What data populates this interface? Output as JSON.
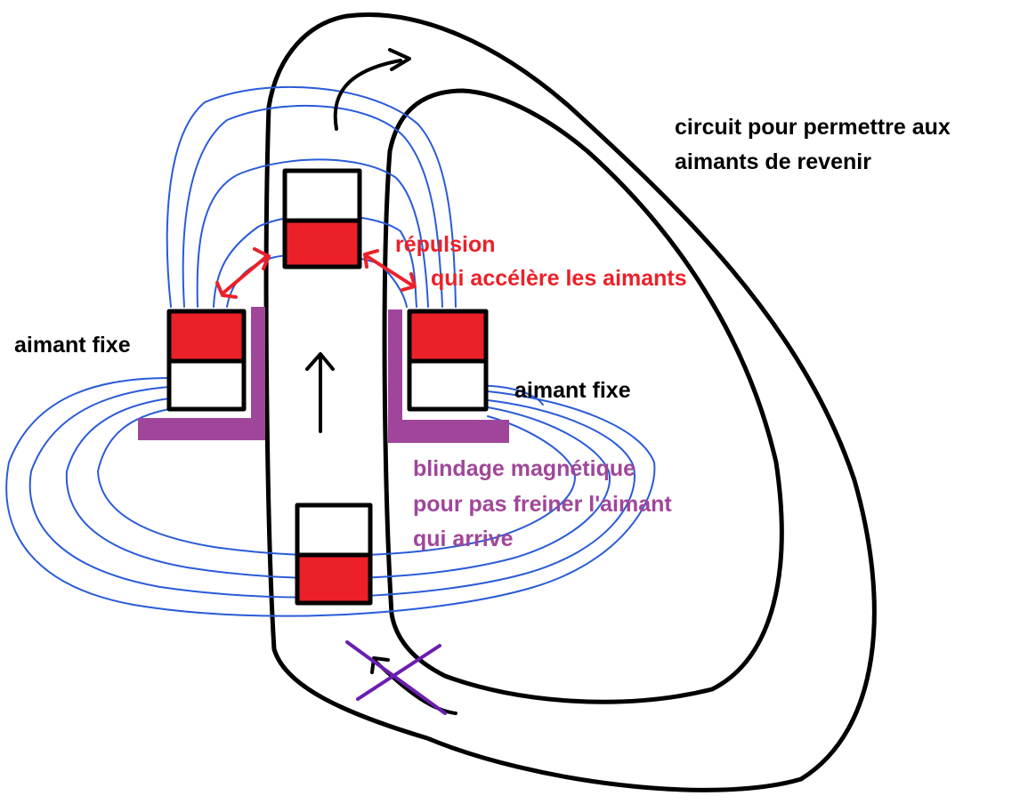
{
  "labels": {
    "circuit_line1": "circuit pour permettre aux",
    "circuit_line2": "aimants de revenir",
    "repulsion_line1": "répulsion",
    "repulsion_line2": "qui accélère les aimants",
    "fixed_left": "aimant fixe",
    "fixed_right": "aimant fixe",
    "shield_line1": "blindage magnétique",
    "shield_line2": "pour pas freiner l'aimant",
    "shield_line3": "qui arrive"
  },
  "colors": {
    "magnet_red": "#ec2028",
    "field_line_blue": "#2a5bd7",
    "shield_purple": "#a0469a",
    "cross_purple": "#6a1fb0",
    "repulsion_red": "#ec2028",
    "text_black": "#000000"
  }
}
